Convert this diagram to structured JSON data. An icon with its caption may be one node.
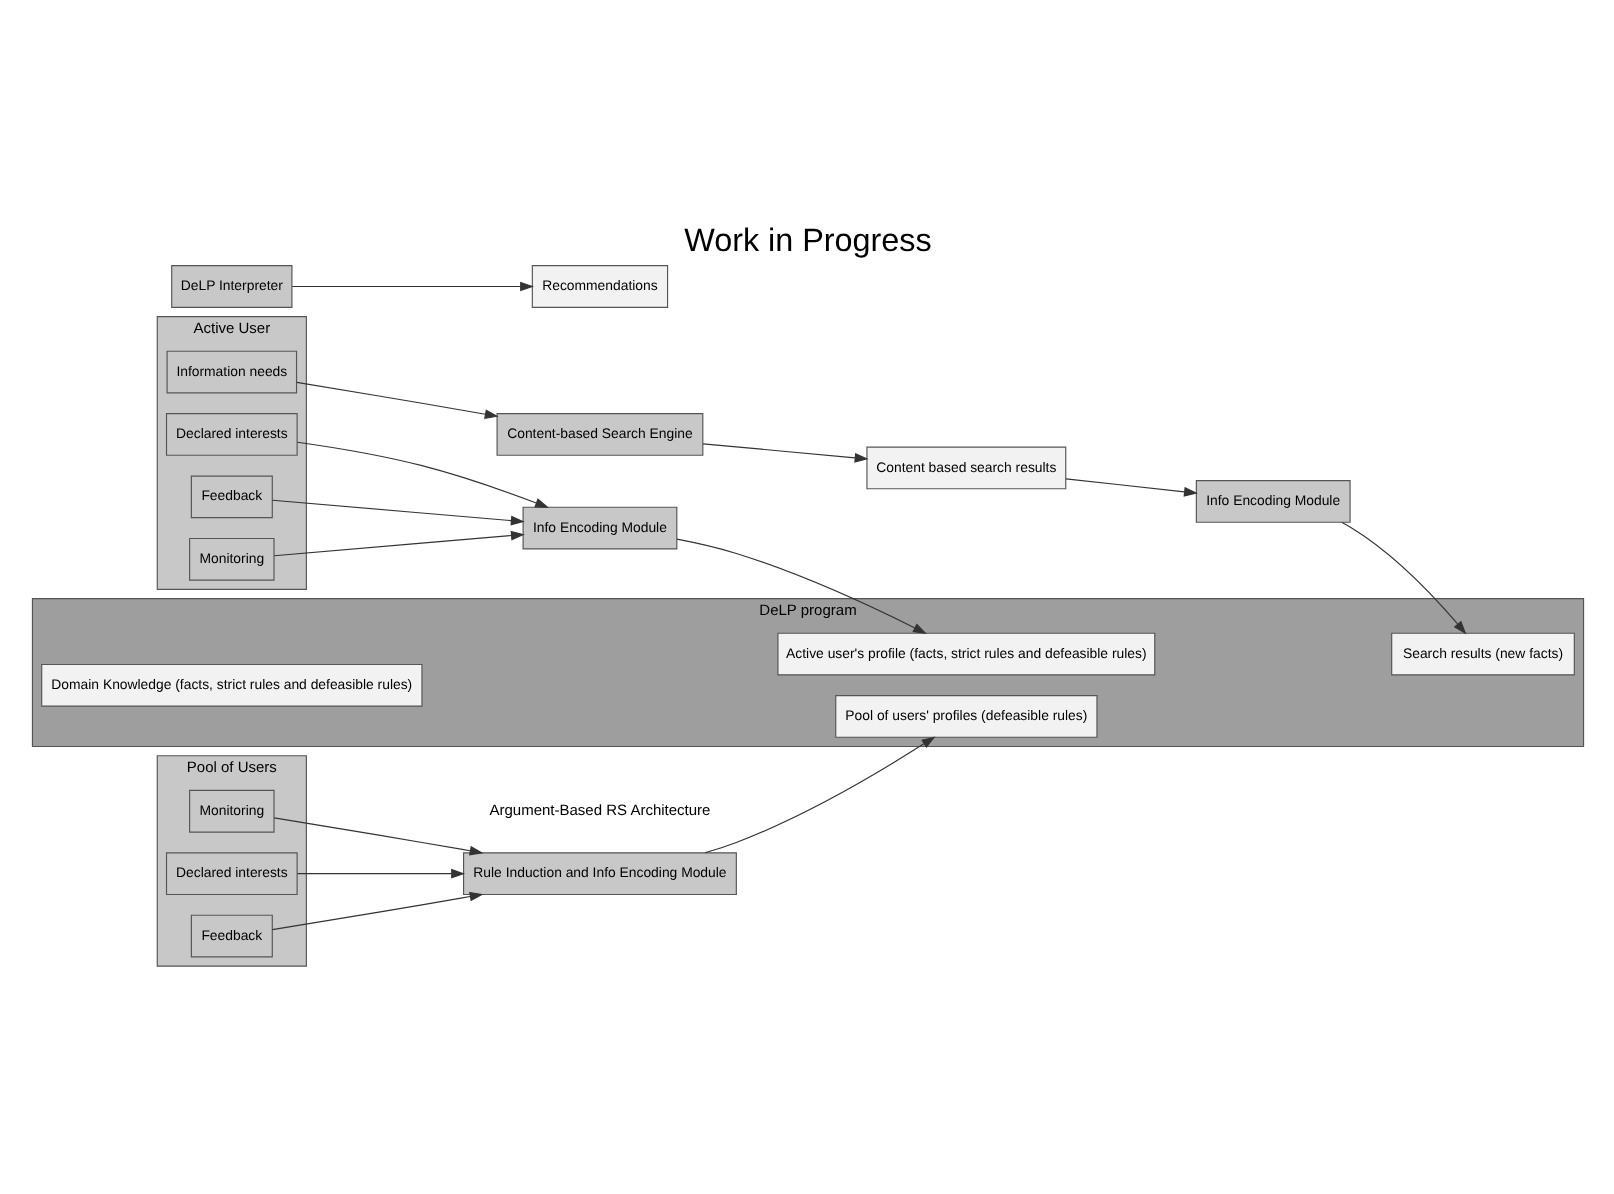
{
  "diagram": {
    "title": "Work in Progress",
    "caption": "Argument-Based RS Architecture",
    "nodes": [
      {
        "text": [
          "Content-based Search Engine"
        ]
      },
      {
        "text": [
          "Content based search results"
        ]
      },
      {
        "text": [
          "DeLP program"
        ]
      },
      {
        "text": [
          "Active user's profile (facts, strict rules and defeasible rules)"
        ],
        "in": 2
      },
      {
        "text": [
          "Search results (new facts)"
        ],
        "in": 2
      },
      {
        "text": [
          "Pool of users' profiles (defeasible rules)"
        ],
        "in": 2
      },
      {
        "text": [
          "Domain Knowledge (facts, strict rules and defeasible rules)"
        ],
        "in": 2
      },
      {
        "text": [
          "Info Encoding Module"
        ]
      },
      {
        "text": [
          "Info Encoding Module"
        ]
      },
      {
        "text": [
          "Rule Induction and Info Encoding Module"
        ]
      },
      {
        "text": [
          "DeLP Interpreter"
        ]
      },
      {
        "text": [
          "Recommendations"
        ]
      },
      {
        "text": [
          "Active User"
        ]
      },
      {
        "text": [
          "Information needs"
        ],
        "in": 12
      },
      {
        "text": [
          "Declared interests"
        ],
        "in": 12
      },
      {
        "text": [
          "Feedback"
        ],
        "in": 12
      },
      {
        "text": [
          "Monitoring"
        ],
        "in": 12
      },
      {
        "text": [
          "Pool of Users"
        ]
      },
      {
        "text": [
          "Declared interests"
        ],
        "in": 17
      },
      {
        "text": [
          "Feedback"
        ],
        "in": 17
      },
      {
        "text": [
          "Monitoring"
        ],
        "in": 17
      }
    ],
    "edges": [
      {
        "from": 13,
        "to": 0,
        "arrow": "to"
      },
      {
        "from": 0,
        "to": 1,
        "arrow": "to"
      },
      {
        "from": 1,
        "to": 7,
        "arrow": "to"
      },
      {
        "from": 7,
        "to": 4,
        "arrow": "to"
      },
      {
        "from": 14,
        "to": 8,
        "arrow": "to"
      },
      {
        "from": 15,
        "to": 8,
        "arrow": "to"
      },
      {
        "from": 16,
        "to": 8,
        "arrow": "to"
      },
      {
        "from": 8,
        "to": 3,
        "arrow": "to"
      },
      {
        "from": 18,
        "to": 9,
        "arrow": "to"
      },
      {
        "from": 19,
        "to": 9,
        "arrow": "to"
      },
      {
        "from": 20,
        "to": 9,
        "arrow": "to"
      },
      {
        "from": 9,
        "to": 5,
        "arrow": "to"
      },
      {
        "from": 10,
        "to": 11,
        "arrow": "to"
      }
    ]
  }
}
